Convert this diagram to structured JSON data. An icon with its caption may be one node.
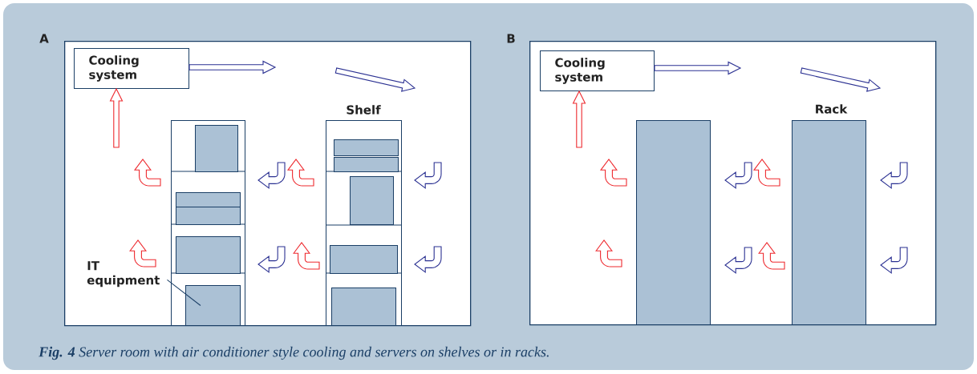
{
  "diagram": {
    "caption": "**Fig. 4** Server room with air conditioner style cooling and servers on shelves or in racks.",
    "nodes": [
      {
        "text": [
          "A"
        ]
      },
      {
        "text": [
          "Cooling system"
        ],
        "in": 0
      },
      {
        "text": [],
        "shape": "box",
        "in": 0
      },
      {
        "text": [
          "Shelf"
        ],
        "in": 0
      },
      {
        "text": [],
        "shape": "box",
        "in": 2
      },
      {
        "text": [],
        "shape": "box",
        "in": 2
      },
      {
        "text": [],
        "shape": "box",
        "in": 2
      },
      {
        "text": [],
        "shape": "box",
        "in": 2
      },
      {
        "text": [],
        "shape": "box",
        "in": 2
      },
      {
        "text": [],
        "shape": "box",
        "in": 3
      },
      {
        "text": [],
        "shape": "box",
        "in": 3
      },
      {
        "text": [],
        "shape": "box",
        "in": 3
      },
      {
        "text": [],
        "shape": "box",
        "in": 3
      },
      {
        "text": [],
        "shape": "box",
        "in": 3
      },
      {
        "text": [
          "IT equipment"
        ],
        "in": 0
      },
      {
        "text": [
          "B"
        ]
      },
      {
        "text": [
          "Cooling system"
        ],
        "in": 15
      },
      {
        "text": [],
        "shape": "box",
        "in": 15
      },
      {
        "text": [
          "Rack"
        ],
        "in": 15
      }
    ],
    "edges": [
      {
        "from": 14,
        "to": 8,
        "arrow": "none"
      },
      {
        "from": 1,
        "to": null,
        "arrow": "to",
        "color": "#2b3192"
      },
      {
        "from": null,
        "to": 1,
        "arrow": "to",
        "color": "#ee2a2f"
      },
      {
        "from": 16,
        "to": null,
        "arrow": "to",
        "color": "#2b3192"
      },
      {
        "from": null,
        "to": 16,
        "arrow": "to",
        "color": "#ee2a2f"
      }
    ]
  }
}
